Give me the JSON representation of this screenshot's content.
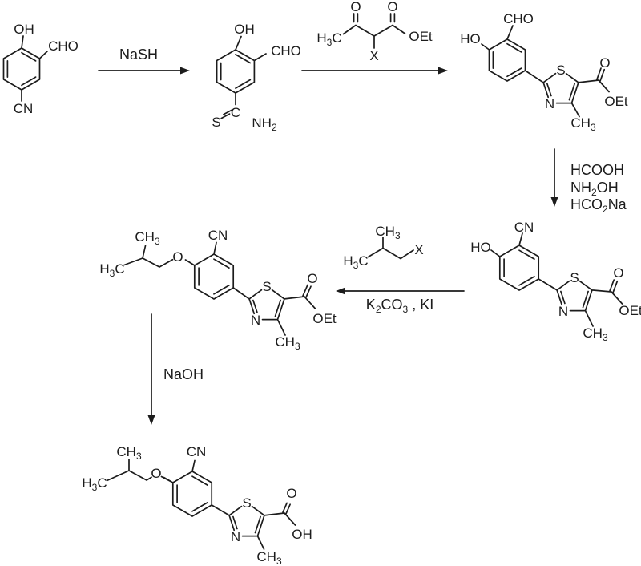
{
  "colors": {
    "background": "#ffffff",
    "ink": "#1c1c1c"
  },
  "scheme": {
    "molecules": {
      "start_aldehyde": {
        "oh": "OH",
        "cho": "CHO",
        "cn": "CN"
      },
      "thioamide": {
        "oh": "OH",
        "cho": "CHO",
        "c": "C",
        "s": "S",
        "nh2": "NH2"
      },
      "formyl_hydroxyphenyl_thiazole_ester": {
        "cho": "CHO",
        "ho": "HO",
        "s": "S",
        "n": "N",
        "ch3": "CH3",
        "carbonyl_o": "O",
        "oet": "OEt"
      },
      "cyano_hydroxyphenyl_thiazole_ester": {
        "cn": "CN",
        "ho": "HO",
        "s": "S",
        "n": "N",
        "ch3": "CH3",
        "carbonyl_o": "O",
        "oet": "OEt"
      },
      "isobutoxy_intermediate": {
        "cn": "CN",
        "ether_o": "O",
        "ch3_branch": "CH3",
        "h3c": "H3C",
        "s": "S",
        "n": "N",
        "ch3": "CH3",
        "carbonyl_o": "O",
        "oet": "OEt"
      },
      "febuxostat": {
        "cn": "CN",
        "ether_o": "O",
        "ch3_branch": "CH3",
        "h3c": "H3C",
        "s": "S",
        "n": "N",
        "ch3": "CH3",
        "carbonyl_o": "O",
        "oh_acid": "OH"
      }
    },
    "steps": {
      "step1": {
        "reagent": "NaSH"
      },
      "step2": {
        "h3c": "H3C",
        "ketone_o": "O",
        "ester_o": "O",
        "oet": "OEt",
        "x": "X"
      },
      "step3": {
        "reagents": [
          "HCOOH",
          "NH2OH",
          "HCO2Na"
        ]
      },
      "step4": {
        "ch3": "CH3",
        "h3c": "H3C",
        "x": "X",
        "base": "K2CO3 , KI"
      },
      "step5": {
        "reagent": "NaOH"
      }
    }
  }
}
